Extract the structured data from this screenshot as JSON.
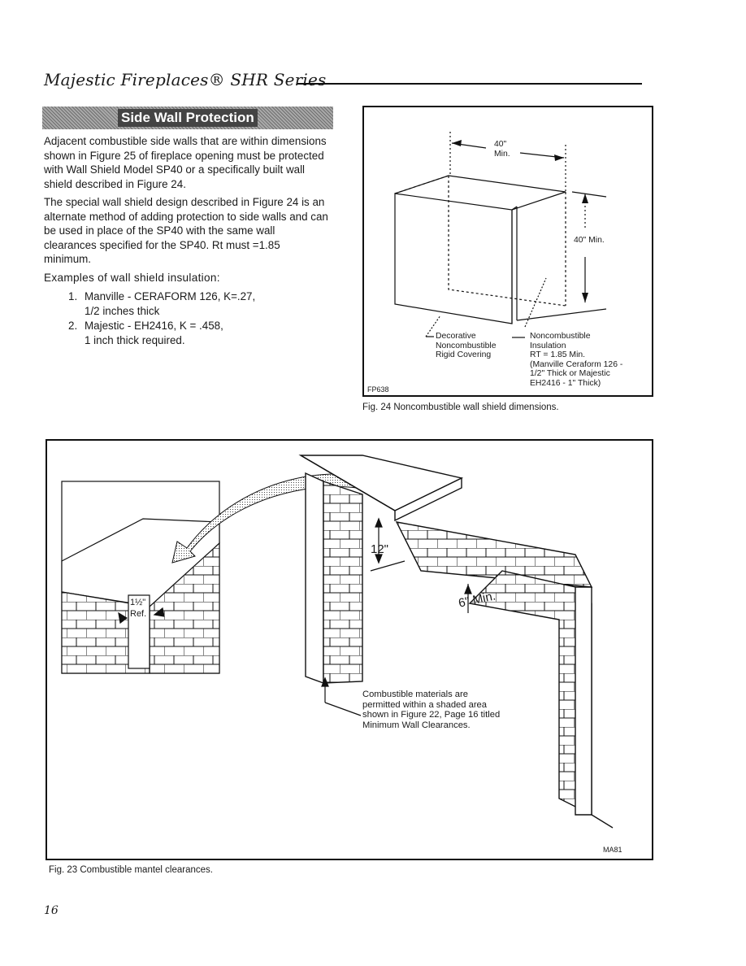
{
  "header": {
    "title": "Majestic Fireplaces® SHR Series"
  },
  "section": {
    "title": "Side Wall Protection",
    "para1": "Adjacent combustible side walls that are within dimensions shown in Figure 25 of fireplace opening must be protected with Wall Shield Model SP40 or a specifically built wall shield described in Figure 24.",
    "para2": "The special wall shield design described in Figure 24 is an alternate method of adding protection to side walls and can be used in place of the SP40 with the same wall clearances specified for the SP40. Rt must =1.85 minimum.",
    "examples_title": "Examples of wall shield insulation:",
    "examples": [
      {
        "num": "1.",
        "line1": "Manville - CERAFORM 126, K=.27,",
        "line2": "1/2 inches thick"
      },
      {
        "num": "2.",
        "line1": "Majestic - EH2416, K = .458,",
        "line2": "1 inch thick required."
      }
    ]
  },
  "fig24": {
    "dim_width": "40\"",
    "dim_width_min": "Min.",
    "dim_height": "40\" Min.",
    "label_left": "Decorative\nNoncombustible\nRigid Covering",
    "label_right": "Noncombustible\nInsulation\nRT = 1.85 Min.\n(Manville Ceraform 126 -\n1/2\" Thick or Majestic\nEH2416 - 1\" Thick)",
    "code": "FP638",
    "caption": "Fig. 24 Noncombustible wall shield dimensions."
  },
  "fig23": {
    "dim_12": "12\"",
    "dim_6": "6\" Min.",
    "dim_ref_num": "1½\"",
    "dim_ref": "Ref.",
    "note": "Combustible materials are\npermitted within a shaded area\nshown in Figure 22, Page 16 titled\nMinimum Wall Clearances.",
    "code": "MA81",
    "caption": "Fig. 23 Combustible mantel clearances."
  },
  "footer": {
    "page_number": "16"
  }
}
